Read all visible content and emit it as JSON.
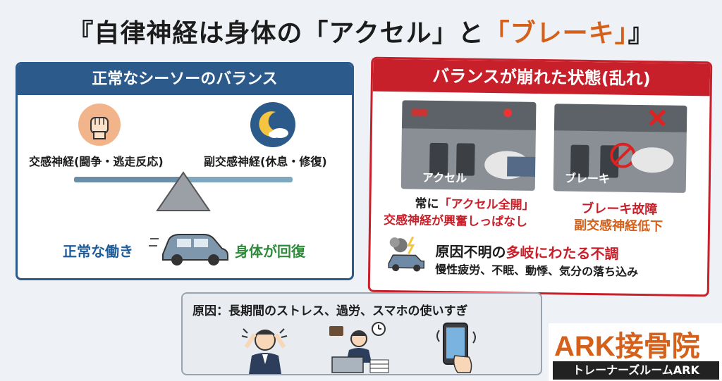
{
  "title": {
    "part1": "『自律神経は身体の「アクセル」と",
    "part2": "「ブレーキ」",
    "part3": "』"
  },
  "left_panel": {
    "header": "正常なシーソーのバランス",
    "sympathetic_label": "交感神経(闘争・逃走反応)",
    "parasympathetic_label": "副交感神経(休息・修復)",
    "normal_function": "正常な働き",
    "body_recovery": "身体が回復"
  },
  "right_panel": {
    "header": "バランスが崩れた状態(乱れ)",
    "accel_label": "アクセル",
    "brake_label": "ブレーキ",
    "accel_caption_1a": "常に",
    "accel_caption_1b": "「アクセル全開」",
    "accel_caption_2": "交感神経が興奮しっぱなし",
    "brake_caption_1": "ブレーキ故障",
    "brake_caption_2": "副交感神経低下",
    "symptoms_title_a": "原因不明の",
    "symptoms_title_b": "多岐にわたる不調",
    "symptoms_list": "慢性疲労、不眠、動悸、気分の落ち込み"
  },
  "bottom": {
    "cause": "原因：長期間のストレス、過労、スマホの使いすぎ"
  },
  "logo": {
    "name": "ARK接骨院",
    "sub": "トレーナーズルームARK"
  },
  "colors": {
    "left_accent": "#2c5a8a",
    "right_accent": "#c8202a",
    "orange": "#d4601a",
    "green": "#2e8b3a"
  }
}
